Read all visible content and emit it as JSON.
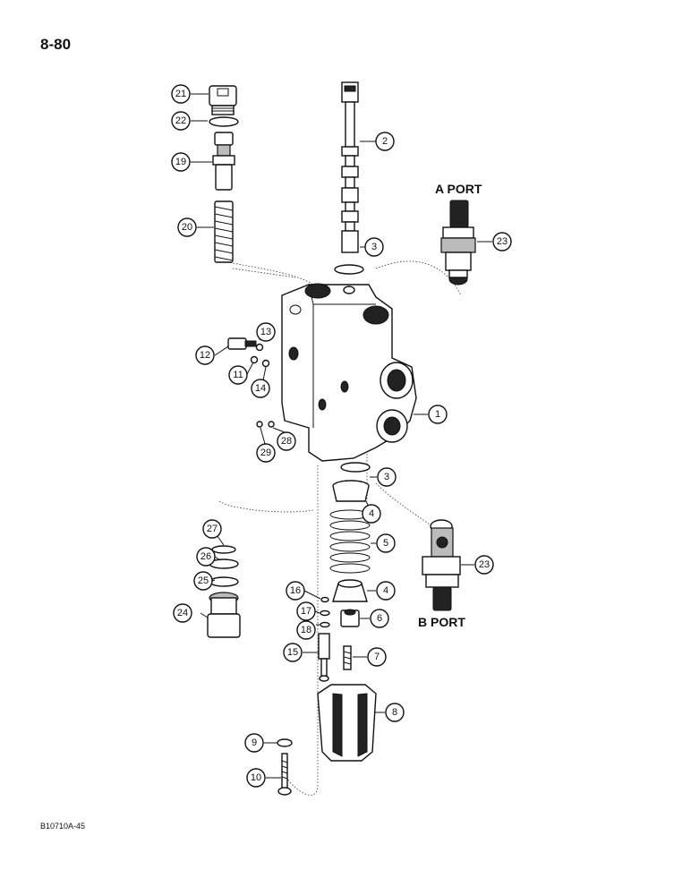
{
  "page_number": "8-80",
  "figure_code": "B10710A-45",
  "ports": {
    "a": "A PORT",
    "b": "B PORT"
  },
  "callouts": [
    "21",
    "22",
    "19",
    "20",
    "2",
    "3",
    "23",
    "13",
    "12",
    "11",
    "14",
    "1",
    "29",
    "28",
    "3",
    "4",
    "27",
    "5",
    "26",
    "23",
    "25",
    "4",
    "16",
    "17",
    "24",
    "6",
    "18",
    "15",
    "7",
    "8",
    "9",
    "10"
  ]
}
